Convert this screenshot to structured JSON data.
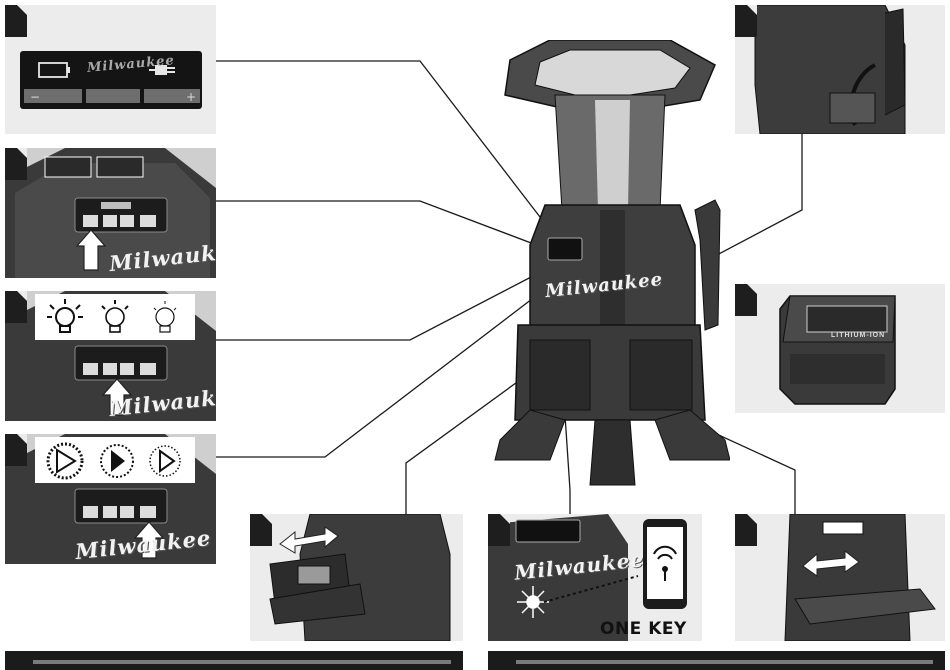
{
  "brand": {
    "logo_text": "Milwaukee",
    "battery_label": "LITHIUM-ION",
    "onekey_text": "ONE KEY"
  },
  "control_panel": {
    "minus": "−",
    "plus": "+",
    "power": "⏻"
  },
  "colors": {
    "background": "#ffffff",
    "panel_fill": "#ececec",
    "device_body": "#3c3c3c",
    "bar": "#1b1b1b"
  }
}
